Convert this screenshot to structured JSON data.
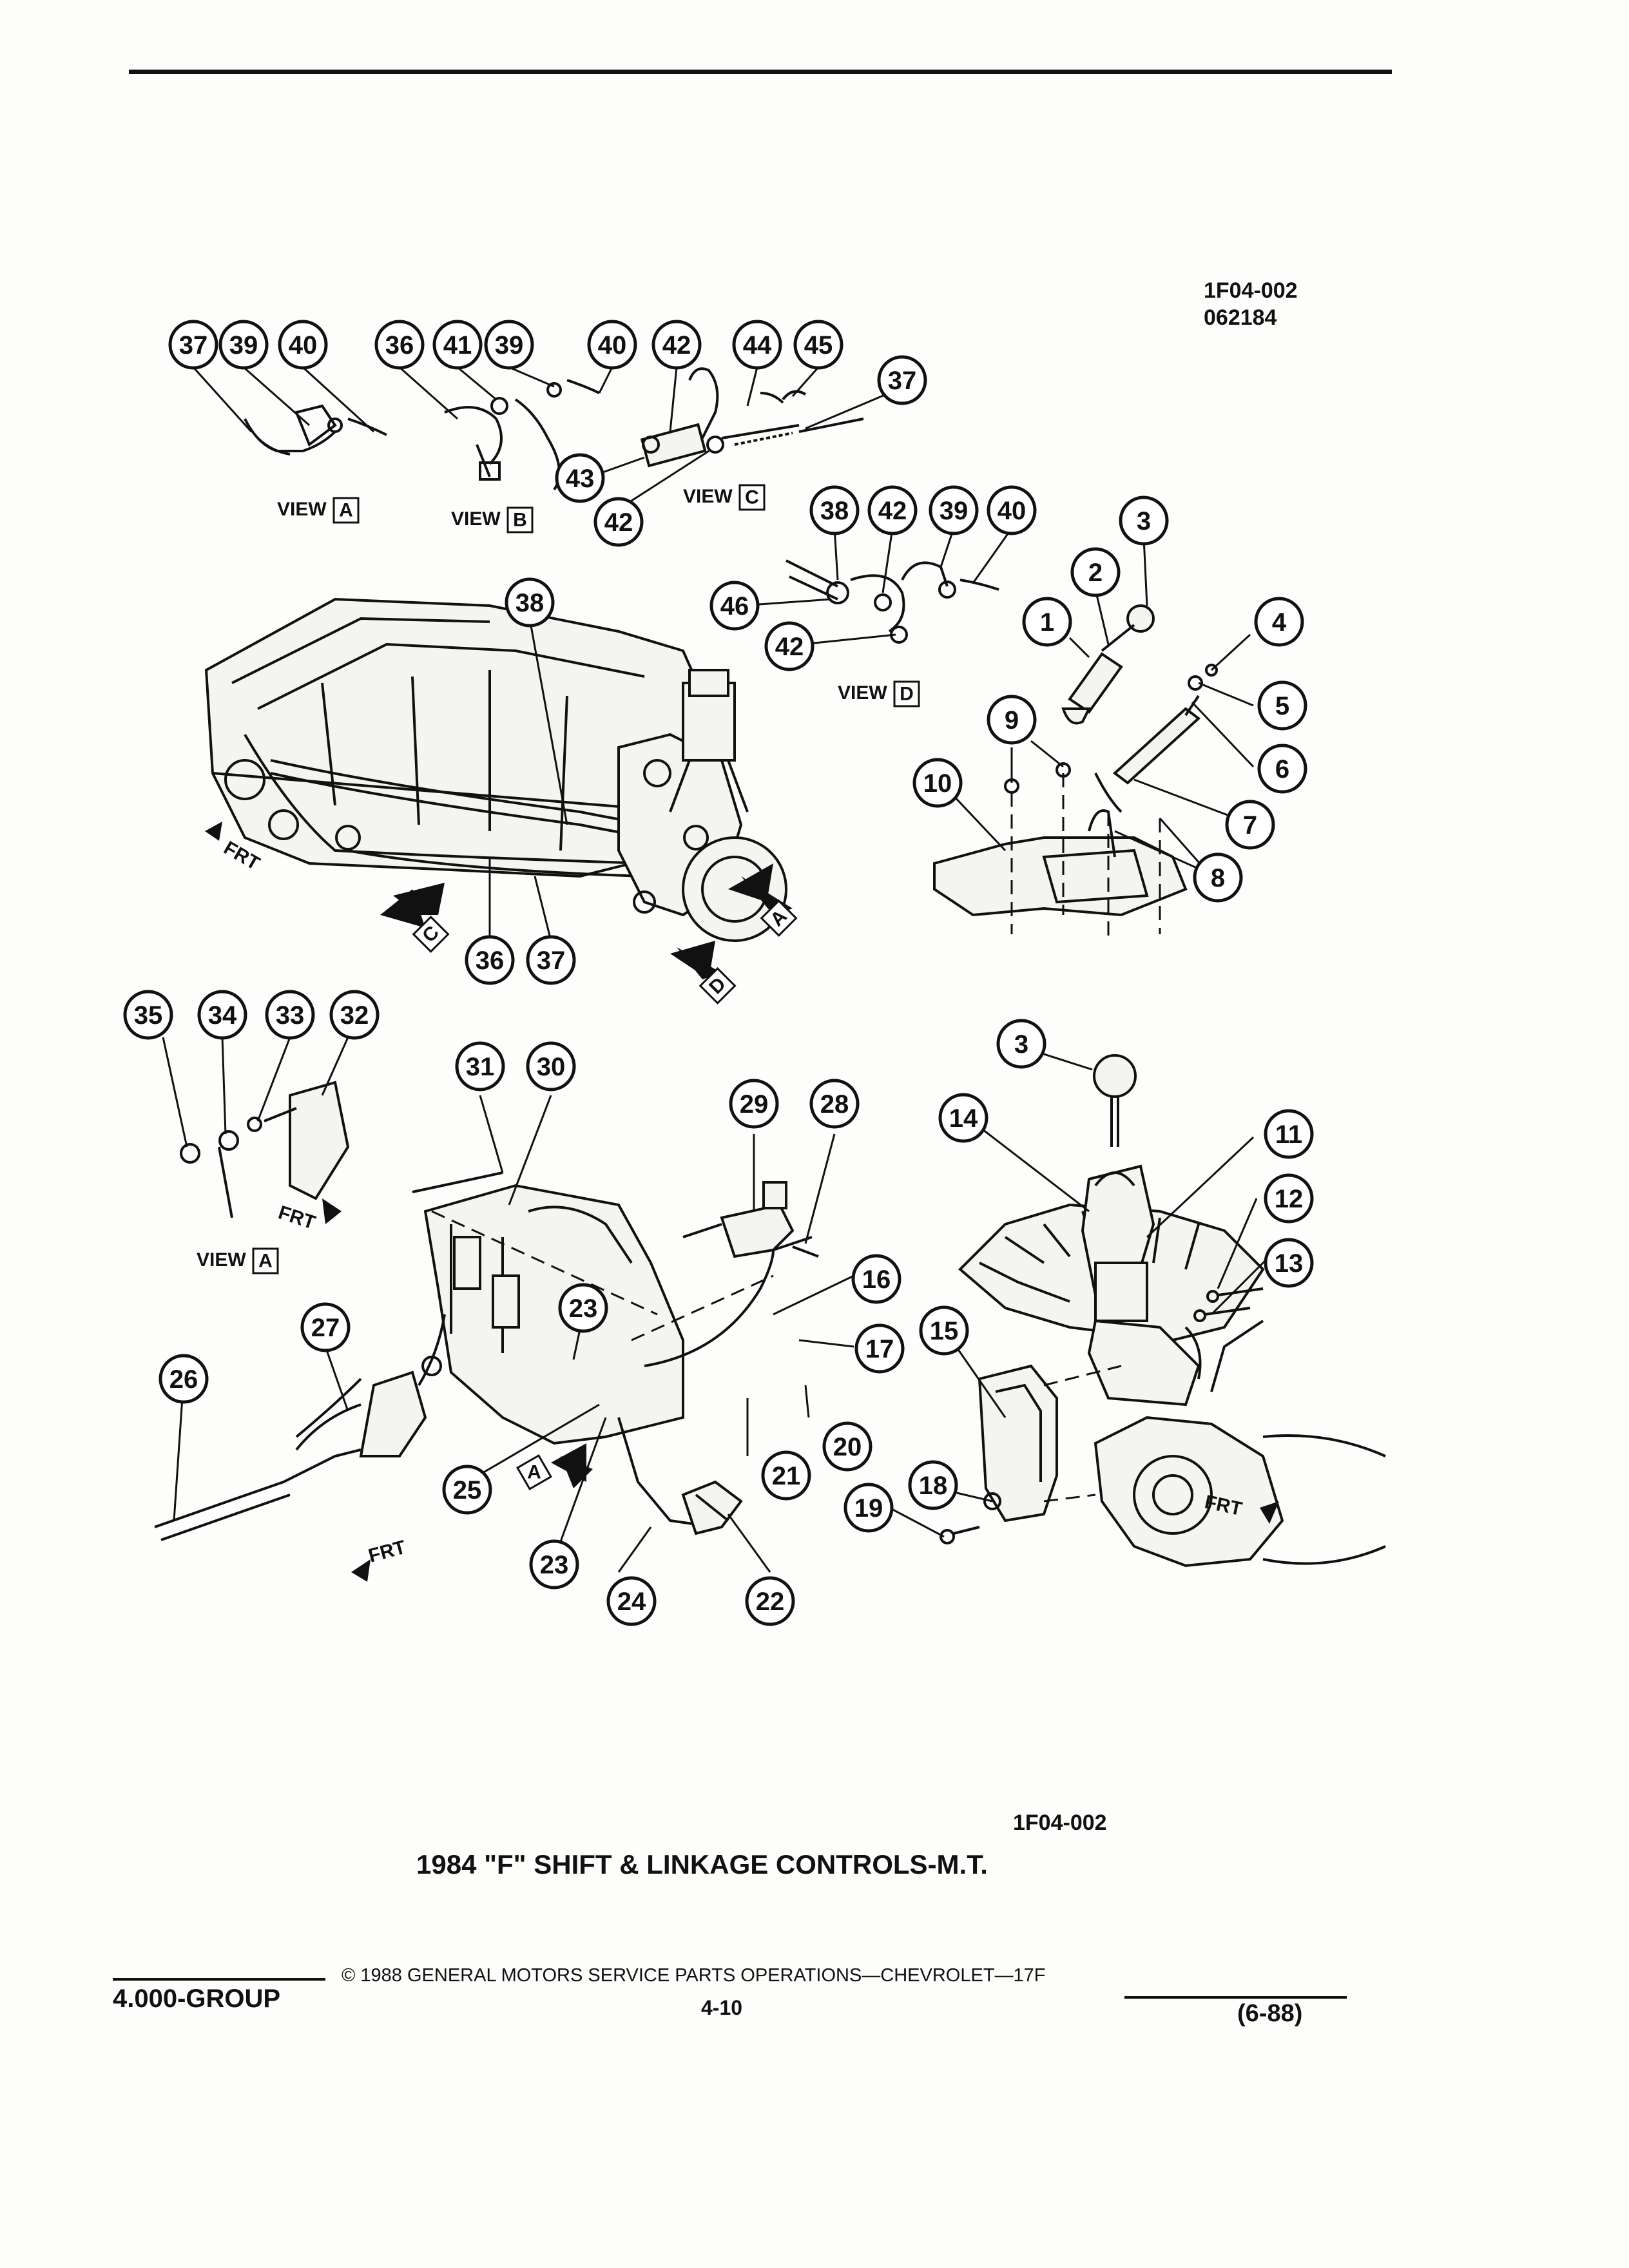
{
  "ref_code_top": "1F04-002",
  "ref_date_top": "062184",
  "ref_code_bottom": "1F04-002",
  "figure_title": "1984 \"F\" SHIFT & LINKAGE CONTROLS-M.T.",
  "footer": {
    "copyright": "© 1988 GENERAL MOTORS SERVICE PARTS OPERATIONS—CHEVROLET—17F",
    "group": "4.000-GROUP",
    "page": "4-10",
    "revision": "(6-88)"
  },
  "view_word": "VIEW",
  "frt_label": "FRT",
  "view_letters": [
    "A",
    "B",
    "C",
    "D"
  ],
  "callouts": [
    "1",
    "2",
    "3",
    "4",
    "5",
    "6",
    "7",
    "8",
    "9",
    "10",
    "11",
    "12",
    "13",
    "14",
    "15",
    "16",
    "17",
    "18",
    "19",
    "20",
    "21",
    "22",
    "23",
    "24",
    "25",
    "26",
    "27",
    "28",
    "29",
    "30",
    "31",
    "32",
    "33",
    "34",
    "35",
    "36",
    "37",
    "38",
    "39",
    "40",
    "41",
    "42",
    "43",
    "44",
    "45",
    "46"
  ]
}
